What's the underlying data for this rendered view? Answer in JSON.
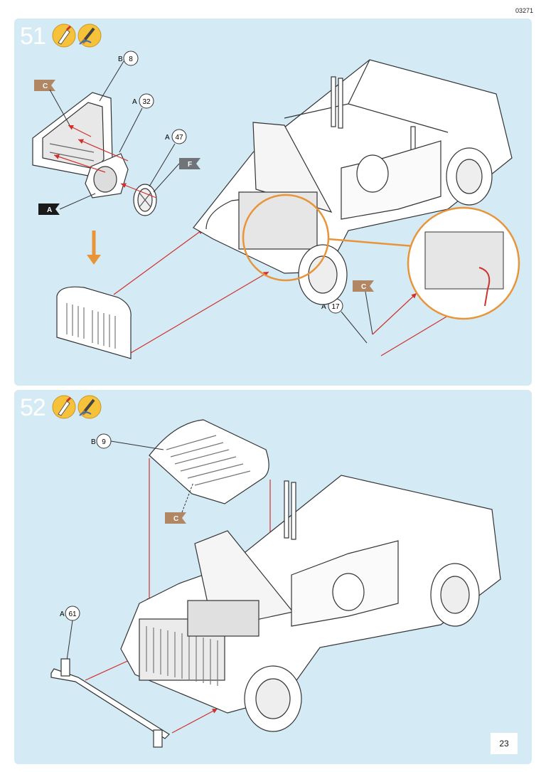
{
  "page": {
    "code": "03271",
    "page_number": "23"
  },
  "step51": {
    "number": "51",
    "icons": [
      "glue-icon",
      "paint-icon"
    ],
    "parts": [
      {
        "sprue": "B",
        "num": "8"
      },
      {
        "sprue": "A",
        "num": "32"
      },
      {
        "sprue": "A",
        "num": "47"
      },
      {
        "sprue": "A",
        "num": "17"
      }
    ],
    "color_flags": [
      "C",
      "F",
      "A",
      "C"
    ]
  },
  "step52": {
    "number": "52",
    "icons": [
      "glue-icon",
      "paint-icon"
    ],
    "parts": [
      {
        "sprue": "B",
        "num": "9"
      },
      {
        "sprue": "A",
        "num": "61"
      }
    ],
    "color_flags": [
      "C"
    ]
  },
  "colors": {
    "panel": "#d4eaf5",
    "arrow": "#d0312d",
    "callout": "#e8953a",
    "flag_tan": "#b08762",
    "flag_gray": "#707478",
    "flag_black": "#1a1a1a"
  }
}
